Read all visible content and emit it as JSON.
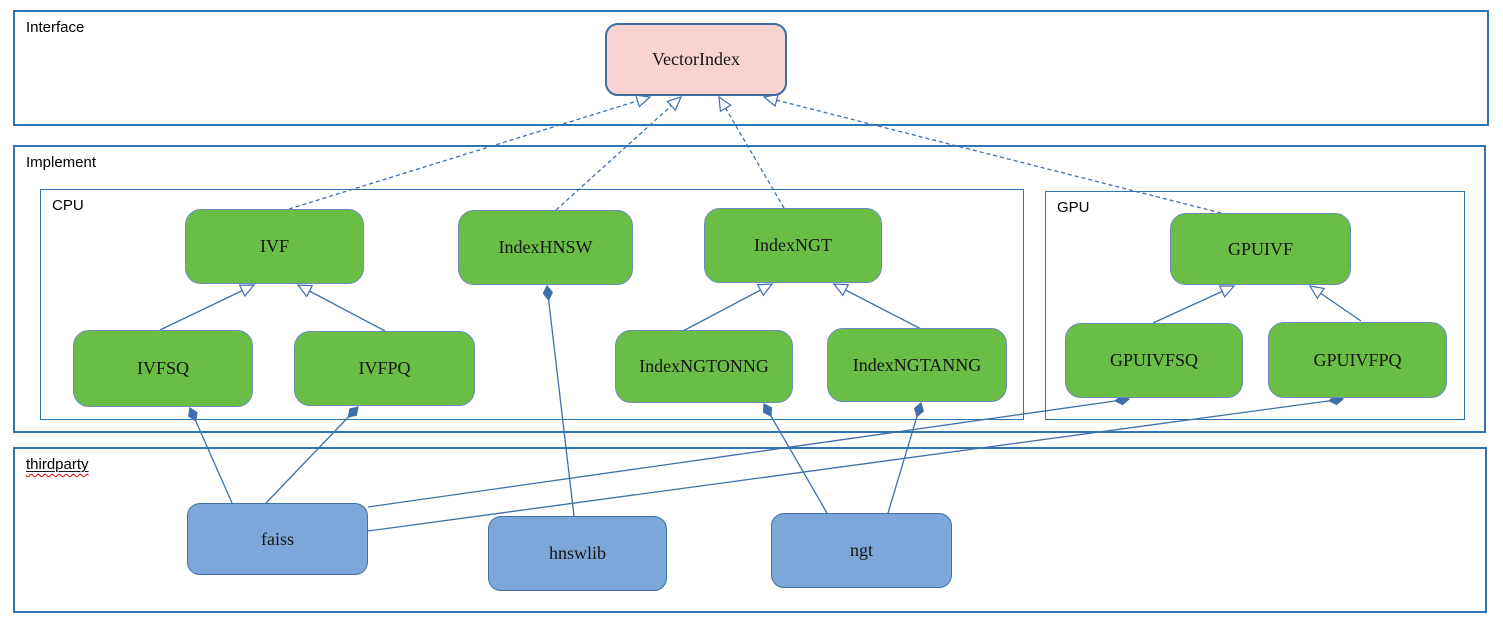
{
  "diagram": {
    "containers": {
      "interface": {
        "label": "Interface"
      },
      "implement": {
        "label": "Implement"
      },
      "cpu": {
        "label": "CPU"
      },
      "gpu": {
        "label": "GPU"
      },
      "thirdparty": {
        "label": "thirdparty",
        "spellcheck_squiggle": true
      }
    },
    "nodes": {
      "vector_index": {
        "label": "VectorIndex",
        "kind": "interface"
      },
      "ivf": {
        "label": "IVF",
        "kind": "implementation"
      },
      "index_hnsw": {
        "label": "IndexHNSW",
        "kind": "implementation"
      },
      "index_ngt": {
        "label": "IndexNGT",
        "kind": "implementation"
      },
      "ivfsq": {
        "label": "IVFSQ",
        "kind": "implementation"
      },
      "ivfpq": {
        "label": "IVFPQ",
        "kind": "implementation"
      },
      "index_ngt_onng": {
        "label": "IndexNGTONNG",
        "kind": "implementation"
      },
      "index_ngt_anng": {
        "label": "IndexNGTANNG",
        "kind": "implementation"
      },
      "gpu_ivf": {
        "label": "GPUIVF",
        "kind": "implementation"
      },
      "gpu_ivfsq": {
        "label": "GPUIVFSQ",
        "kind": "implementation"
      },
      "gpu_ivfpq": {
        "label": "GPUIVFPQ",
        "kind": "implementation"
      },
      "faiss": {
        "label": "faiss",
        "kind": "thirdparty"
      },
      "hnswlib": {
        "label": "hnswlib",
        "kind": "thirdparty"
      },
      "ngt": {
        "label": "ngt",
        "kind": "thirdparty"
      }
    },
    "edges": [
      {
        "from": "ivf",
        "to": "vector_index",
        "type": "implements"
      },
      {
        "from": "index_hnsw",
        "to": "vector_index",
        "type": "implements"
      },
      {
        "from": "index_ngt",
        "to": "vector_index",
        "type": "implements"
      },
      {
        "from": "gpu_ivf",
        "to": "vector_index",
        "type": "implements"
      },
      {
        "from": "ivfsq",
        "to": "ivf",
        "type": "extends"
      },
      {
        "from": "ivfpq",
        "to": "ivf",
        "type": "extends"
      },
      {
        "from": "index_ngt_onng",
        "to": "index_ngt",
        "type": "extends"
      },
      {
        "from": "index_ngt_anng",
        "to": "index_ngt",
        "type": "extends"
      },
      {
        "from": "gpu_ivfsq",
        "to": "gpu_ivf",
        "type": "extends"
      },
      {
        "from": "gpu_ivfpq",
        "to": "gpu_ivf",
        "type": "extends"
      },
      {
        "from": "faiss",
        "to": "ivfsq",
        "type": "composes"
      },
      {
        "from": "faiss",
        "to": "ivfpq",
        "type": "composes"
      },
      {
        "from": "hnswlib",
        "to": "index_hnsw",
        "type": "composes"
      },
      {
        "from": "ngt",
        "to": "index_ngt_onng",
        "type": "composes"
      },
      {
        "from": "ngt",
        "to": "index_ngt_anng",
        "type": "composes"
      },
      {
        "from": "faiss",
        "to": "gpu_ivfsq",
        "type": "composes"
      },
      {
        "from": "faiss",
        "to": "gpu_ivfpq",
        "type": "composes"
      }
    ],
    "colors": {
      "interface_node_fill": "#f8d3d1",
      "interface_node_border": "#3f6c9f",
      "implementation_node_fill": "#6abd45",
      "implementation_node_border": "#6b8cba",
      "thirdparty_node_fill": "#7da7d8",
      "thirdparty_node_border": "#41719c",
      "container_border": "#2e75b6",
      "edge_line": "#3f6fa8",
      "spellcheck_squiggle": "#e00000"
    }
  }
}
